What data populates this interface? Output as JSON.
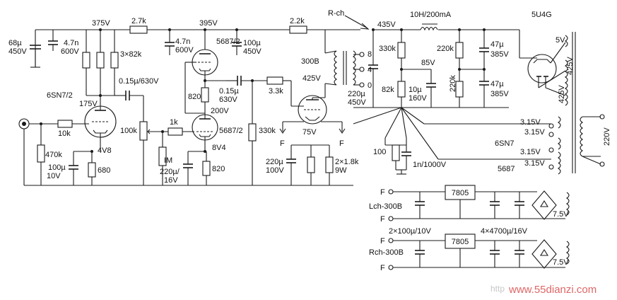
{
  "labels": {
    "v375": "375V",
    "r27k": "2.7k",
    "v395": "395V",
    "r22k": "2.2k",
    "rch": "R-ch",
    "v435": "435V",
    "choke": "10H/200mA",
    "rect": "5U4G",
    "c68u": "68µ",
    "c68v": "450V",
    "c47n_a": "4.7n",
    "c47n_a_v": "600V",
    "r3x82k": "3×82k",
    "c47n_b": "4.7n",
    "c47n_b_v": "600V",
    "v5687_top": "5687/2",
    "c100u": "100µ",
    "c100u_v": "450V",
    "r330k_a": "330k",
    "r220k_a": "220k",
    "c47u_a": "47µ",
    "c47u_a_v": "385V",
    "tap8": "8",
    "tap4": "4",
    "tap0": "0",
    "tube300b": "300B",
    "c015_a": "0.15µ/630V",
    "r820_a": "820",
    "c015_b": "0.15µ",
    "c015_b_v": "630V",
    "r33k": "3.3k",
    "v425_a": "425V",
    "c220u_a": "220µ",
    "c220u_a_v": "450V",
    "r82k": "82k",
    "c10u": "10µ",
    "c10u_v": "160V",
    "v85": "85V",
    "r220k_b": "220k",
    "c47u_b": "47µ",
    "c47u_b_v": "385V",
    "v5V": "5V",
    "v425_b": "425V",
    "v425_c": "425V",
    "v6sn7": "6SN7/2",
    "v175": "175V",
    "v200": "200V",
    "r100k": "100k",
    "r1k": "1k",
    "v5687_bot": "5687/2",
    "r10k": "10k",
    "r330k_b": "330k",
    "v75": "75V",
    "f_a": "F",
    "f_b": "F",
    "v315_1": "3.15V",
    "v315_2": "3.15V",
    "v220": "220V",
    "r470k": "470k",
    "v4v8": "4V8",
    "r_im": "IM",
    "v8v4": "8V4",
    "r100": "100",
    "c_6sn7": "6SN7",
    "c100u_b": "100µ",
    "c100u_b_v": "10V",
    "r680": "680",
    "c220u_b": "220µ/",
    "c220u_b_v": "16V",
    "r820_b": "820",
    "c220u_c": "220µ",
    "c220u_c_v": "100V",
    "r2x18k": "2×1.8k",
    "r2x18k_w": "9W",
    "c1n": "1n/1000V",
    "v315_3": "3.15V",
    "v315_4": "3.15V",
    "c_5687": "5687",
    "reg1": "7805",
    "f_c": "F",
    "lch": "Lch-300B",
    "f_d": "F",
    "v75v_a": "7.5V",
    "caps_left": "2×100µ/10V",
    "caps_right": "4×4700µ/16V",
    "reg2": "7805",
    "f_e": "F",
    "rch300b": "Rch-300B",
    "f_f": "F",
    "v75v_b": "7.5V",
    "wm_http": "http",
    "wm_site": "www.55dianzi.com"
  }
}
